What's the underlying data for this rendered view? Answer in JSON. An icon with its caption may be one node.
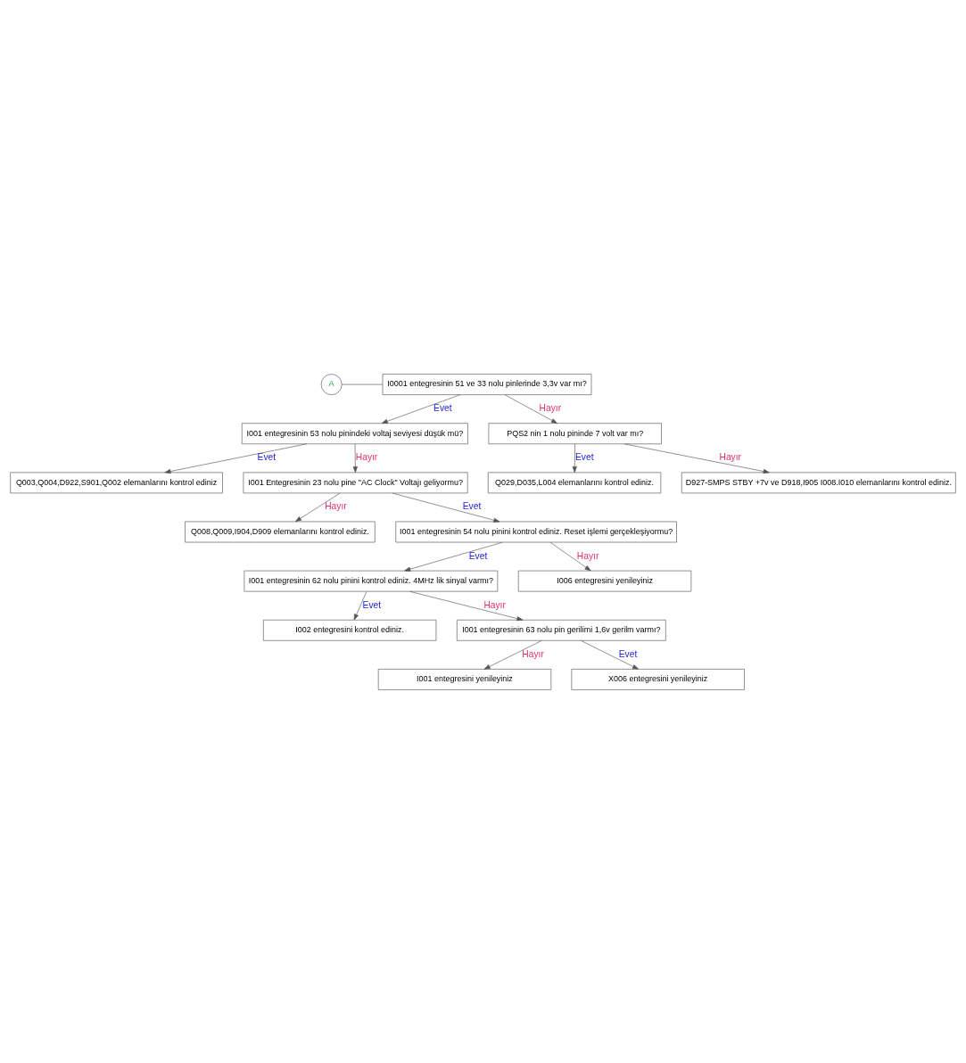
{
  "diagram": {
    "nodes": [
      {
        "text": [
          "A"
        ]
      },
      {
        "text": [
          "I0001 entegresinin 51 ve 33 nolu pinlerinde 3,3v var mı?"
        ]
      },
      {
        "text": [
          "I001 entegresinin 53 nolu pinindeki voltaj seviyesi düşük mü?"
        ]
      },
      {
        "text": [
          "Q003,Q004,D922,S901,Q002 elemanlarını kontrol ediniz"
        ]
      },
      {
        "text": [
          "I001 Entegresinin 23 nolu pine \"AC Clock\" Voltajı geliyormu?"
        ]
      },
      {
        "text": [
          "Q008,Q009,I904,D909 elemanlarını kontrol ediniz."
        ]
      },
      {
        "text": [
          "I001 entegresinin 54 nolu pinini kontrol ediniz. Reset işlemi gerçekleşiyormu?"
        ]
      },
      {
        "text": [
          "I001 entegresinin 62 nolu pinini kontrol ediniz. 4MHz lik sinyal varmı?"
        ]
      },
      {
        "text": [
          "I002 entegresini kontrol ediniz."
        ]
      },
      {
        "text": [
          "I001 entegresinin 63 nolu pin gerilimi 1,6v gerilm varmı?"
        ]
      },
      {
        "text": [
          "I001 entegresini yenileyiniz"
        ]
      },
      {
        "text": [
          "X006 entegresini yenileyiniz"
        ]
      },
      {
        "text": [
          "I006 entegresini yenileyiniz"
        ]
      },
      {
        "text": [
          "PQS2 nin 1 nolu pininde 7 volt var mı?"
        ]
      },
      {
        "text": [
          "Q029,D035,L004 elemanlarını kontrol ediniz."
        ]
      },
      {
        "text": [
          "D927-SMPS STBY +7v ve D918,I905 I008.I010 elemanlarını kontrol ediniz."
        ]
      }
    ],
    "edges": [
      {
        "from": 0,
        "to": 1,
        "arrow": "none"
      },
      {
        "from": 1,
        "to": 2,
        "arrow": "to",
        "label": "Evet"
      },
      {
        "from": 1,
        "to": 13,
        "arrow": "to",
        "label": "Hayır"
      },
      {
        "from": 2,
        "to": 3,
        "arrow": "to",
        "label": "Evet"
      },
      {
        "from": 2,
        "to": 4,
        "arrow": "to",
        "label": "Hayır"
      },
      {
        "from": 4,
        "to": 6,
        "arrow": "to",
        "label": "Evet"
      },
      {
        "from": 4,
        "to": 5,
        "arrow": "to",
        "label": "Hayır"
      },
      {
        "from": 6,
        "to": 7,
        "arrow": "to",
        "label": "Evet"
      },
      {
        "from": 6,
        "to": 12,
        "arrow": "to",
        "label": "Hayır"
      },
      {
        "from": 7,
        "to": 8,
        "arrow": "to",
        "label": "Evet"
      },
      {
        "from": 7,
        "to": 9,
        "arrow": "to",
        "label": "Hayır"
      },
      {
        "from": 9,
        "to": 11,
        "arrow": "to",
        "label": "Evet"
      },
      {
        "from": 9,
        "to": 10,
        "arrow": "to",
        "label": "Hayır"
      },
      {
        "from": 13,
        "to": 14,
        "arrow": "to",
        "label": "Evet"
      },
      {
        "from": 13,
        "to": 15,
        "arrow": "to",
        "label": "Hayır"
      }
    ]
  }
}
